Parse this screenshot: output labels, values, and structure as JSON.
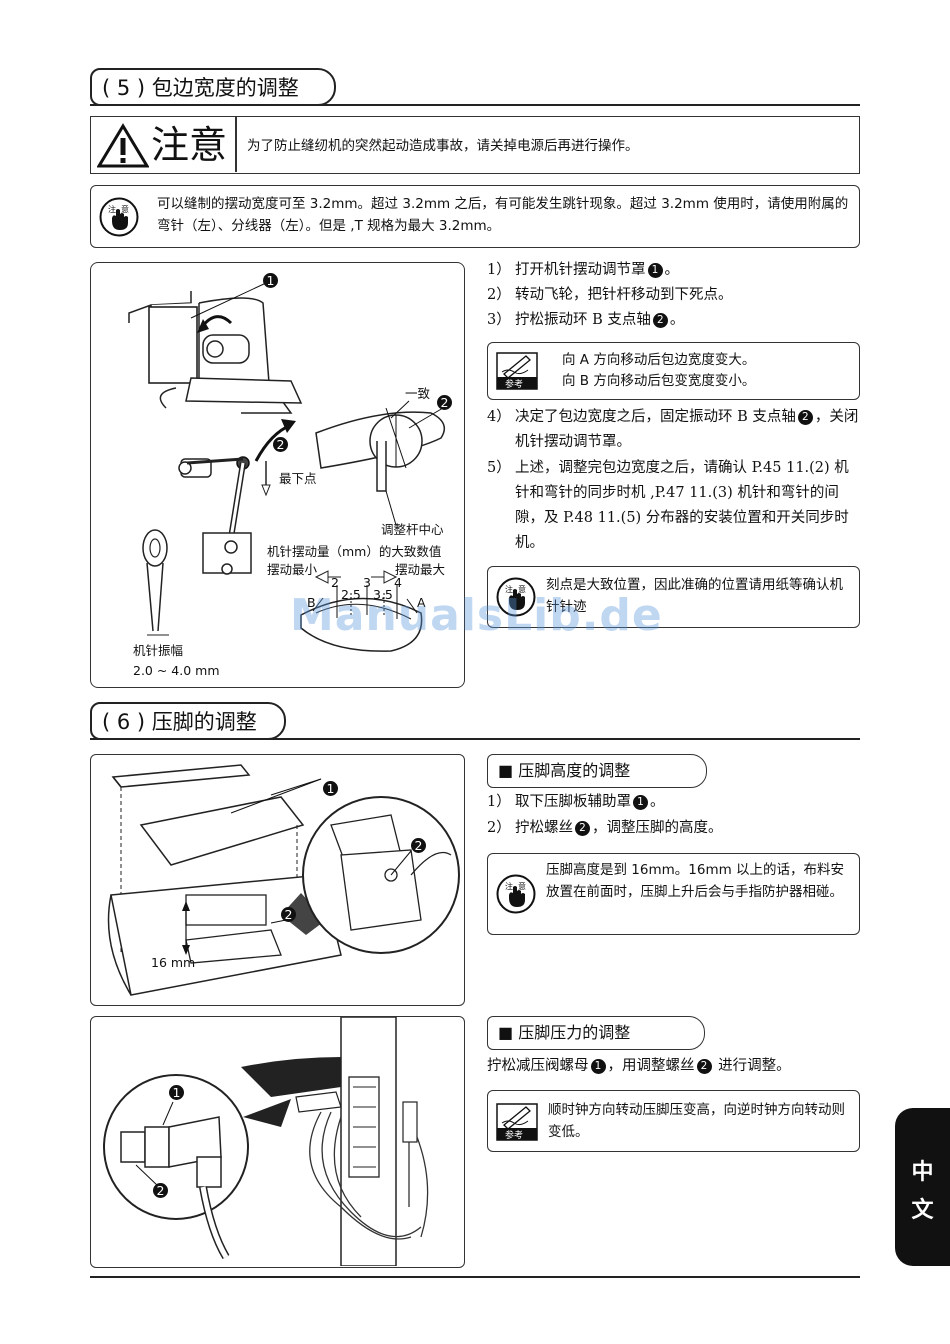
{
  "section5": {
    "title": "( 5 ) 包边宽度的调整",
    "warning_label": "注意",
    "warning_text": "为了防止缝纫机的突然起动造成事故，请关掉电源后再进行操作。",
    "caution_text": "可以缝制的摆动宽度可至 3.2mm。超过 3.2mm 之后，有可能发生跳针现象。超过 3.2mm 使用时，请使用附属的弯针（左）、分线器（左）。但是 ,T 规格为最大 3.2mm。",
    "steps": [
      {
        "num": "1）",
        "text": "打开机针摆动调节罩",
        "ref": "1",
        "tail": "。"
      },
      {
        "num": "2）",
        "text": "转动飞轮，把针杆移动到下死点。"
      },
      {
        "num": "3）",
        "text": "拧松振动环 B 支点轴",
        "ref": "2",
        "tail": "。"
      }
    ],
    "reference_lines": [
      "向 A 方向移动后包边宽度变大。",
      "向 B 方向移动后包变宽度变小。"
    ],
    "steps_b": [
      {
        "num": "4）",
        "text": "决定了包边宽度之后，固定振动环 B 支点轴",
        "ref": "2",
        "tail": "，关闭机针摆动调节罩。"
      },
      {
        "num": "5）",
        "text": "上述，调整完包边宽度之后，请确认 P.45  11.(2) 机针和弯针的同步时机 ,P.47  11.(3) 机针和弯针的间隙，及 P.48  11.(5) 分布器的安装位置和开关同步时机。"
      }
    ],
    "caution2_text": "刻点是大致位置，因此准确的位置请用纸等确认机针针迹",
    "diagram": {
      "callout1": "1",
      "callout2": "2",
      "label_yizhi": "一致",
      "label_lowest": "最下点",
      "label_center": "调整杆中心",
      "label_amount": "机针摆动量（mm）的大致数值",
      "label_min": "摆动最小",
      "label_max": "摆动最大",
      "scale_2": "2",
      "scale_25": "2.5",
      "scale_3": "3",
      "scale_35": "3.5",
      "scale_4": "4",
      "label_b": "B",
      "label_a": "A",
      "label_amp": "机针振幅",
      "label_range": "2.0 ~ 4.0 mm"
    }
  },
  "section6": {
    "title": "( 6 ) 压脚的调整",
    "height_title": "■  压脚高度的调整",
    "height_steps": [
      {
        "num": "1）",
        "text": "取下压脚板辅助罩",
        "ref": "1",
        "tail": "。"
      },
      {
        "num": "2）",
        "text": "拧松螺丝",
        "ref": "2",
        "tail": "，调整压脚的高度。"
      }
    ],
    "height_caution": "压脚高度是到 16mm。16mm 以上的话，布料安放置在前面时，压脚上升后会与手指防护器相碰。",
    "diagram_height": {
      "callout1": "1",
      "callout2": "2",
      "callout2b": "2",
      "label_16": "16 mm"
    },
    "pressure_title": "■  压脚压力的调整",
    "pressure_text_a": "拧松减压阀螺母",
    "pressure_ref1": "1",
    "pressure_text_b": "，用调整螺丝",
    "pressure_ref2": "2",
    "pressure_text_c": " 进行调整。",
    "pressure_reference": "顺时钟方向转动压脚压变高，向逆时钟方向转动则变低。",
    "diagram_pressure": {
      "callout1": "1",
      "callout2": "2"
    }
  },
  "icons": {
    "caution_icon_text_a": "注",
    "caution_icon_text_b": "意",
    "reference_icon_text": "参考"
  },
  "side_tab": {
    "char1": "中",
    "char2": "文"
  },
  "watermark": "ManualsLib.de"
}
